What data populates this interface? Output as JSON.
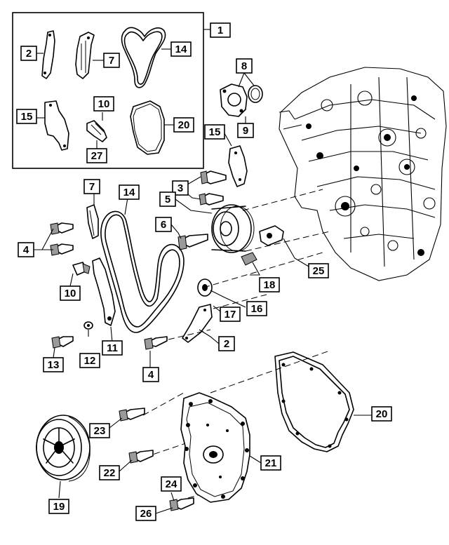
{
  "callouts": [
    {
      "id": "c1",
      "text": "1"
    },
    {
      "id": "c2a",
      "text": "2"
    },
    {
      "id": "c7a",
      "text": "7"
    },
    {
      "id": "c14a",
      "text": "14"
    },
    {
      "id": "c8",
      "text": "8"
    },
    {
      "id": "c9",
      "text": "9"
    },
    {
      "id": "c10a",
      "text": "10"
    },
    {
      "id": "c15a",
      "text": "15"
    },
    {
      "id": "c20a",
      "text": "20"
    },
    {
      "id": "c27",
      "text": "27"
    },
    {
      "id": "c15b",
      "text": "15"
    },
    {
      "id": "c3",
      "text": "3"
    },
    {
      "id": "c5",
      "text": "5"
    },
    {
      "id": "c7b",
      "text": "7"
    },
    {
      "id": "c14b",
      "text": "14"
    },
    {
      "id": "c6",
      "text": "6"
    },
    {
      "id": "c4a",
      "text": "4"
    },
    {
      "id": "c10b",
      "text": "10"
    },
    {
      "id": "c18",
      "text": "18"
    },
    {
      "id": "c25",
      "text": "25"
    },
    {
      "id": "c16",
      "text": "16"
    },
    {
      "id": "c17",
      "text": "17"
    },
    {
      "id": "c2b",
      "text": "2"
    },
    {
      "id": "c11",
      "text": "11"
    },
    {
      "id": "c12",
      "text": "12"
    },
    {
      "id": "c13",
      "text": "13"
    },
    {
      "id": "c4b",
      "text": "4"
    },
    {
      "id": "c20b",
      "text": "20"
    },
    {
      "id": "c23",
      "text": "23"
    },
    {
      "id": "c21",
      "text": "21"
    },
    {
      "id": "c22",
      "text": "22"
    },
    {
      "id": "c24",
      "text": "24"
    },
    {
      "id": "c26",
      "text": "26"
    },
    {
      "id": "c19",
      "text": "19"
    }
  ]
}
